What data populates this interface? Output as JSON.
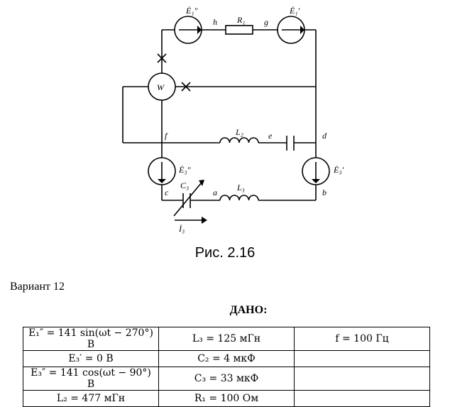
{
  "figure": {
    "caption": "Рис. 2.16",
    "labels": {
      "e1_pp": "Ė₁″",
      "e1_p": "Ė₁′",
      "h": "h",
      "g": "g",
      "r1": "R₁",
      "w": "W",
      "f": "f",
      "e": "e",
      "d": "d",
      "l2": "L₂",
      "e3_pp": "Ė₃″",
      "e3_p": "Ė₃′",
      "c": "c",
      "a": "a",
      "b": "b",
      "c3": "C₃",
      "l3": "L₃",
      "i3": "İ₃"
    }
  },
  "variant": "Вариант 12",
  "given_heading": "ДАНО:",
  "table": [
    [
      "E₁″ = 141 sin(ωt − 270°) B",
      "L₃ = 125 мГн",
      "f = 100 Гц"
    ],
    [
      "E₃′ = 0 B",
      "C₂ = 4 мкФ",
      ""
    ],
    [
      "E₃″ = 141 cos(ωt − 90°) B",
      "C₃ = 33 мкФ",
      ""
    ],
    [
      "L₂ = 477 мГн",
      "R₁ = 100 Ом",
      ""
    ]
  ]
}
